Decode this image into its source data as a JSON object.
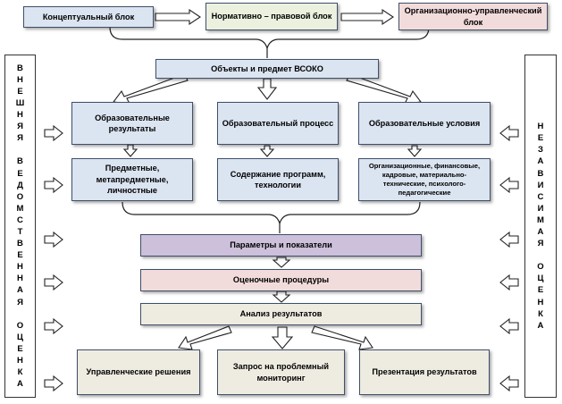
{
  "colors": {
    "blue_box": "#dbe5f1",
    "green_box": "#ebf1de",
    "pink_box": "#f2dcdb",
    "purple_box": "#ccc0da",
    "beige_box": "#eeece1",
    "white_box": "#ffffff",
    "border": "#3f4f6a"
  },
  "top_row": {
    "conceptual": "Концептуальный блок",
    "normative": "Нормативно – правовой блок",
    "organizational": "Организационно-управленческий блок"
  },
  "objects": "Объекты и предмет ВСОКО",
  "areas": {
    "results": "Образовательные результаты",
    "process": "Образовательный процесс",
    "conditions": "Образовательные условия"
  },
  "details": {
    "results": "Предметные, метапредметные, личностные",
    "process": "Содержание программ, технологии",
    "conditions": "Организационные, финансовые, кадровые, материально-технические, психолого-педагогические"
  },
  "flow": {
    "parameters": "Параметры и показатели",
    "procedures": "Оценочные процедуры",
    "analysis": "Анализ результатов"
  },
  "outputs": {
    "decisions": "Управленческие решения",
    "monitoring": "Запрос на проблемный мониторинг",
    "presentation": "Презентация результатов"
  },
  "left_panel": [
    "В",
    "Н",
    "Е",
    "Ш",
    "Н",
    "Я",
    "Я",
    "",
    "В",
    "Е",
    "Д",
    "О",
    "М",
    "С",
    "Т",
    "В",
    "Е",
    "Н",
    "Н",
    "А",
    "Я",
    "",
    "О",
    "Ц",
    "Е",
    "Н",
    "К",
    "А"
  ],
  "right_panel": [
    "Н",
    "Е",
    "З",
    "А",
    "В",
    "И",
    "С",
    "И",
    "М",
    "А",
    "Я",
    "",
    "О",
    "Ц",
    "Е",
    "Н",
    "К",
    "А"
  ]
}
